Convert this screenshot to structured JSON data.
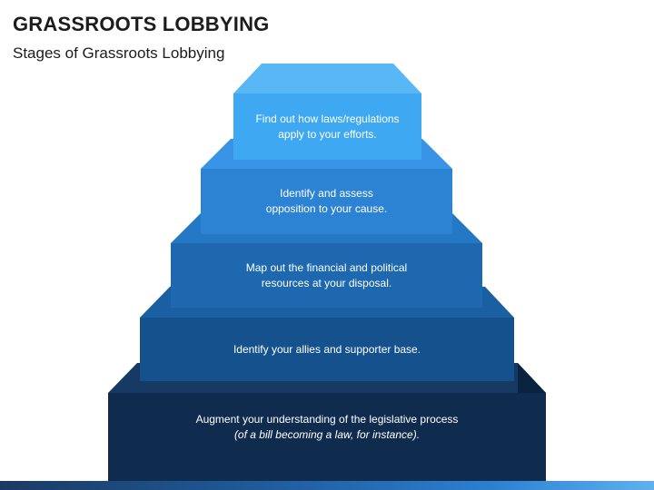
{
  "header": {
    "title": "GRASSROOTS LOBBYING",
    "subtitle": "Stages of Grassroots Lobbying"
  },
  "pyramid": {
    "tiers": [
      {
        "lines": [
          "Find out how laws/regulations",
          "apply to your efforts."
        ],
        "front_color": "#3fa8f3",
        "top_color": "#5ab7f6",
        "side_color": "#2a84cf"
      },
      {
        "lines": [
          "Identify and assess",
          "opposition to your cause."
        ],
        "front_color": "#2c83d3",
        "top_color": "#3a94e6",
        "side_color": "#1f6cb4"
      },
      {
        "lines": [
          "Map out the financial and political",
          "resources at your disposal."
        ],
        "front_color": "#1d68ae",
        "top_color": "#2478c4",
        "side_color": "#155696"
      },
      {
        "lines": [
          "Identify your allies and supporter base."
        ],
        "front_color": "#15528d",
        "top_color": "#1b5fa3",
        "side_color": "#0f4277"
      },
      {
        "lines": [
          "Augment your understanding of the legislative process"
        ],
        "italic_line": "(of a bill becoming a law, for instance).",
        "front_color": "#0f2c4e",
        "top_color": "#163a63",
        "side_color": "#0a2340"
      }
    ]
  }
}
